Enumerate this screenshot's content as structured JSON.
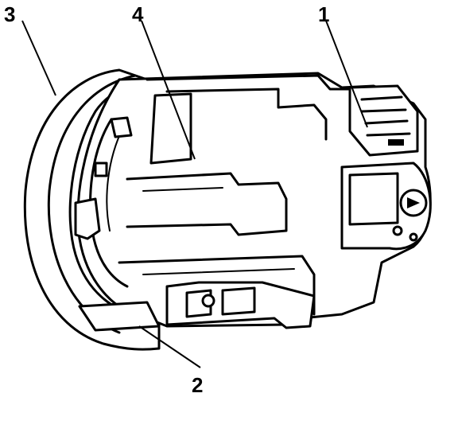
{
  "callouts": [
    {
      "label": "3"
    },
    {
      "label": "4"
    },
    {
      "label": "1"
    },
    {
      "label": "2"
    }
  ]
}
